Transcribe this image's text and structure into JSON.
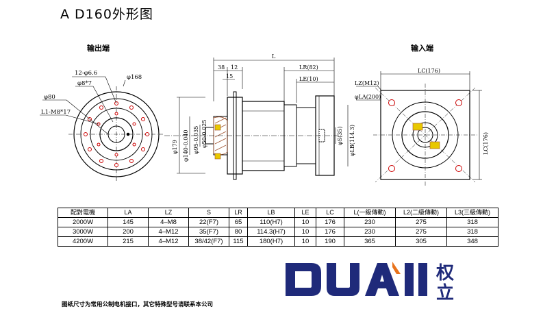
{
  "title": "A D160外形图",
  "views": {
    "output_label": "输出端",
    "input_label": "输入端"
  },
  "dimensions": {
    "bolt_holes": "12-φ6.6",
    "pin": "φ8*7",
    "tap": "L1-M8*17",
    "d80": "φ80",
    "d168": "φ168",
    "d179": "φ179",
    "d140": "φ140-0.040",
    "d95": "φ95-0.035",
    "d50": "φ50-0.025",
    "len38": "38",
    "len12": "12",
    "len15": "15",
    "L": "L",
    "LR": "LR(82)",
    "LE": "LE(10)",
    "S": "φS(35)",
    "LB": "φLB(114.3)",
    "LZ": "LZ(M12)",
    "LA": "φLA(200)",
    "LC_top": "LC(176)",
    "LC_side": "LC(176)"
  },
  "table": {
    "headers": [
      "配對電機",
      "LA",
      "LZ",
      "S",
      "LR",
      "LB",
      "LE",
      "LC",
      "L(一級傳動)",
      "L2(二級傳動)",
      "L3(三級傳動)"
    ],
    "rows": [
      [
        "2000W",
        "145",
        "4–M8",
        "22(F7)",
        "65",
        "110(H7)",
        "10",
        "176",
        "230",
        "275",
        "318"
      ],
      [
        "3000W",
        "200",
        "4–M12",
        "35(F7)",
        "80",
        "114.3(H7)",
        "10",
        "176",
        "230",
        "275",
        "318"
      ],
      [
        "4200W",
        "215",
        "4–M12",
        "38/42(F7)",
        "115",
        "180(H7)",
        "10",
        "190",
        "365",
        "305",
        "348"
      ]
    ]
  },
  "footer": "图纸尺寸为常用公制电机接口，其它特殊型号请联系本公司",
  "logo": {
    "brand": "DUAII",
    "cn_top": "权",
    "cn_bottom": "立",
    "brand_color": "#1f2a7a",
    "accent_color": "#e8731c"
  }
}
